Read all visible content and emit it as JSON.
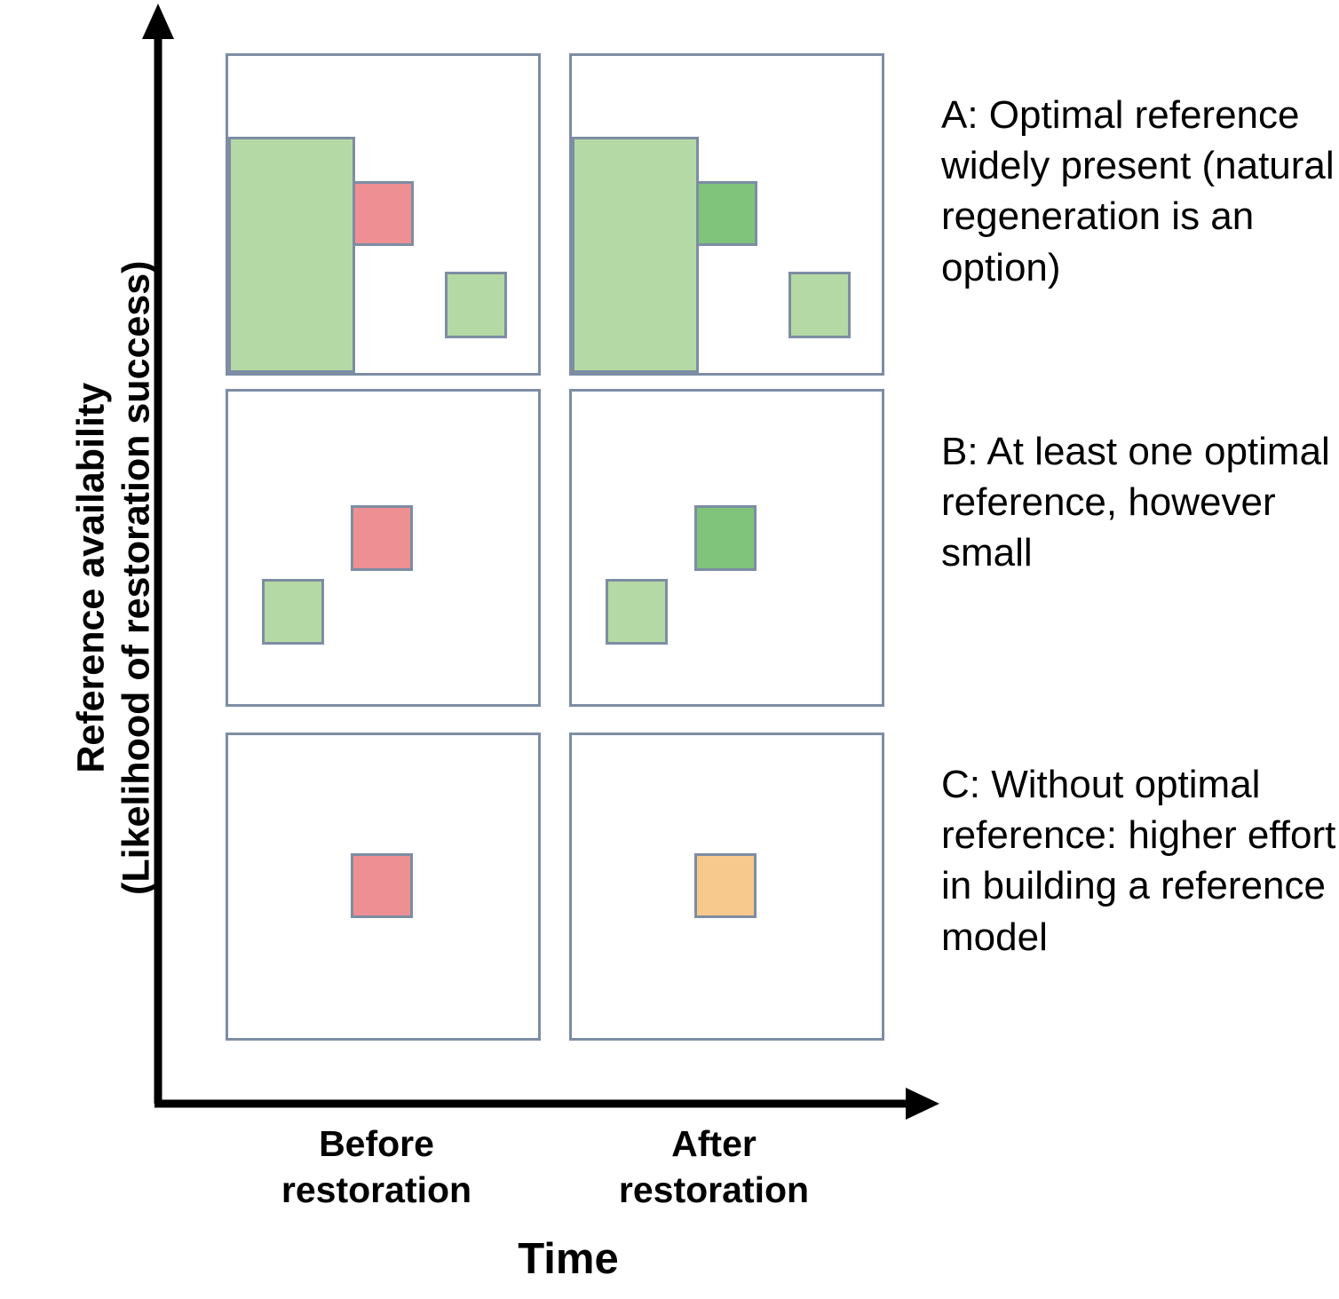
{
  "axes": {
    "y_title_line1": "Reference availability",
    "y_title_line2": "(Likelihood of restoration success)",
    "x_title": "Time",
    "x_ticks": [
      {
        "line1": "Before",
        "line2": "restoration"
      },
      {
        "line1": "After",
        "line2": "restoration"
      }
    ],
    "axis_color": "#000000"
  },
  "palette": {
    "panel_border": "#7d8da3",
    "panel_fill": "#ffffff",
    "light_green": "#b5d9a4",
    "dark_green": "#7fc47a",
    "salmon_red": "#ee8f93",
    "orange": "#f8c98d"
  },
  "captions": {
    "a": "A: Optimal reference widely present (natural regeneration is an option)",
    "b": "B: At least one optimal reference, however small",
    "c": "C: Without optimal reference: higher effort in building a reference model"
  },
  "chart_data": {
    "type": "diagram",
    "title": "",
    "xlabel": "Time",
    "ylabel": "Reference availability (Likelihood of restoration success)",
    "x_categories": [
      "Before restoration",
      "After restoration"
    ],
    "y_categories": [
      "A: Optimal reference widely present (natural regeneration is an option)",
      "B: At least one optimal reference, however small",
      "C: Without optimal reference: higher effort in building a reference model"
    ],
    "grid": false,
    "legend": "none",
    "panels": [
      {
        "row": "A",
        "column": "Before restoration",
        "blocks": [
          {
            "name": "large-reference-block",
            "color": "#b5d9a4",
            "left_pct": 0.0,
            "top_pct": 25.5,
            "width_pct": 41.0,
            "height_pct": 74.5
          },
          {
            "name": "degraded-site-block",
            "color": "#ee8f93",
            "left_pct": 40.0,
            "top_pct": 39.5,
            "width_pct": 20.0,
            "height_pct": 20.5
          },
          {
            "name": "small-reference-block",
            "color": "#b5d9a4",
            "left_pct": 70.0,
            "top_pct": 68.0,
            "width_pct": 20.0,
            "height_pct": 21.0
          }
        ]
      },
      {
        "row": "A",
        "column": "After restoration",
        "blocks": [
          {
            "name": "large-reference-block",
            "color": "#b5d9a4",
            "left_pct": 0.0,
            "top_pct": 25.5,
            "width_pct": 41.0,
            "height_pct": 74.5
          },
          {
            "name": "restored-site-block",
            "color": "#7fc47a",
            "left_pct": 40.0,
            "top_pct": 39.5,
            "width_pct": 20.0,
            "height_pct": 20.5
          },
          {
            "name": "small-reference-block",
            "color": "#b5d9a4",
            "left_pct": 70.0,
            "top_pct": 68.0,
            "width_pct": 20.0,
            "height_pct": 21.0
          }
        ]
      },
      {
        "row": "B",
        "column": "Before restoration",
        "blocks": [
          {
            "name": "degraded-site-block",
            "color": "#ee8f93",
            "left_pct": 39.5,
            "top_pct": 36.5,
            "width_pct": 20.0,
            "height_pct": 21.0
          },
          {
            "name": "small-reference-block",
            "color": "#b5d9a4",
            "left_pct": 11.0,
            "top_pct": 60.0,
            "width_pct": 20.0,
            "height_pct": 21.0
          }
        ]
      },
      {
        "row": "B",
        "column": "After restoration",
        "blocks": [
          {
            "name": "restored-site-block",
            "color": "#7fc47a",
            "left_pct": 39.5,
            "top_pct": 36.5,
            "width_pct": 20.0,
            "height_pct": 21.0
          },
          {
            "name": "small-reference-block",
            "color": "#b5d9a4",
            "left_pct": 11.0,
            "top_pct": 60.0,
            "width_pct": 20.0,
            "height_pct": 21.0
          }
        ]
      },
      {
        "row": "C",
        "column": "Before restoration",
        "blocks": [
          {
            "name": "degraded-site-block",
            "color": "#ee8f93",
            "left_pct": 39.5,
            "top_pct": 39.0,
            "width_pct": 20.0,
            "height_pct": 21.5
          }
        ]
      },
      {
        "row": "C",
        "column": "After restoration",
        "blocks": [
          {
            "name": "partially-restored-site-block",
            "color": "#f8c98d",
            "left_pct": 39.5,
            "top_pct": 39.0,
            "width_pct": 20.0,
            "height_pct": 21.5
          }
        ]
      }
    ]
  }
}
